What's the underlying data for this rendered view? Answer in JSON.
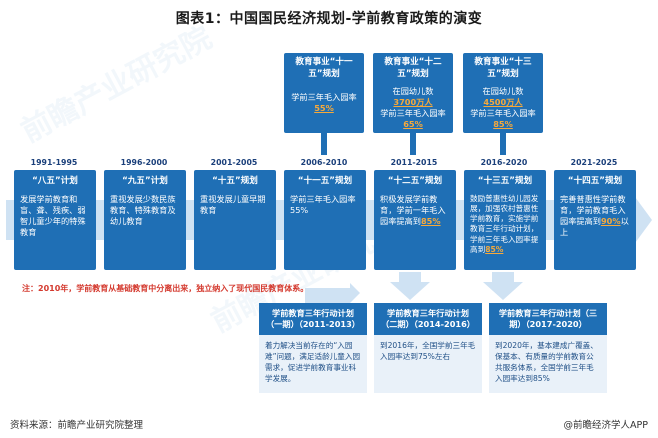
{
  "title": "图表1：中国国民经济规划-学前教育政策的演变",
  "top_boxes": [
    {
      "head": "教育事业“十一五”规划",
      "lines": [
        "学前三年毛入园率",
        "55%"
      ],
      "hl": [
        1
      ]
    },
    {
      "head": "教育事业“十二五”规划",
      "lines": [
        "在园幼儿数",
        "3700万人",
        "学前三年毛入园率",
        "65%"
      ],
      "hl": [
        1,
        3
      ]
    },
    {
      "head": "教育事业“十三五”规划",
      "lines": [
        "在园幼儿数",
        "4500万人",
        "学前三年毛入园率",
        "85%"
      ],
      "hl": [
        1,
        3
      ]
    }
  ],
  "timeline_labels": [
    "1991-1995",
    "1996-2000",
    "2001-2005",
    "2006-2010",
    "2011-2015",
    "2016-2020",
    "2021-2025"
  ],
  "plans": [
    {
      "head": "“八五”计划",
      "body": "发展学前教育和盲、聋、残疾、弱智儿童少年的特殊教育"
    },
    {
      "head": "“九五”计划",
      "body": "重视发展少数民族教育、特殊教育及幼儿教育"
    },
    {
      "head": "“十五”规划",
      "body": "重视发展儿童早期教育"
    },
    {
      "head": "“十一五”规划",
      "body": "学前三年毛入园率55%"
    },
    {
      "head": "“十二五”规划",
      "body_pre": "积极发展学前教育，学前一年毛入园率提高到",
      "body_hl": "85%"
    },
    {
      "head": "“十三五”规划",
      "body_pre": "鼓励普惠性幼儿园发展，加强农村普惠性学前教育，实施学前教育三年行动计划，学前三年毛入园率提高到",
      "body_hl": "85%"
    },
    {
      "head": "“十四五”规划",
      "body_pre": "完善普惠性学前教育，学前教育毛入园率提高到",
      "body_hl": "90%",
      "body_post": "以上"
    }
  ],
  "note": "注：2010年，学前教育从基础教育中分离出来，独立纳入了现代国民教育体系。",
  "actions": [
    {
      "head": "学前教育三年行动计划（一期）（2011-2013）",
      "body": "着力解决当前存在的“入园难”问题，满足适龄儿童入园需求，促进学前教育事业科学发展。"
    },
    {
      "head": "学前教育三年行动计划（二期）（2014-2016）",
      "body": "到2016年，全国学前三年毛入园率达到75%左右"
    },
    {
      "head": "学前教育三年行动计划（三期）（2017-2020）",
      "body": "到2020年，基本建成广覆盖、保基本、有质量的学前教育公共服务体系，全国学前三年毛入园率达到85%"
    }
  ],
  "footer": {
    "source": "资料来源：前瞻产业研究院整理",
    "brand": "@前瞻经济学人APP"
  },
  "colors": {
    "primary": "#1f6fb5",
    "arrow": "#cfe2f3",
    "highlight": "#f6a93b",
    "note": "#d43a2f"
  }
}
